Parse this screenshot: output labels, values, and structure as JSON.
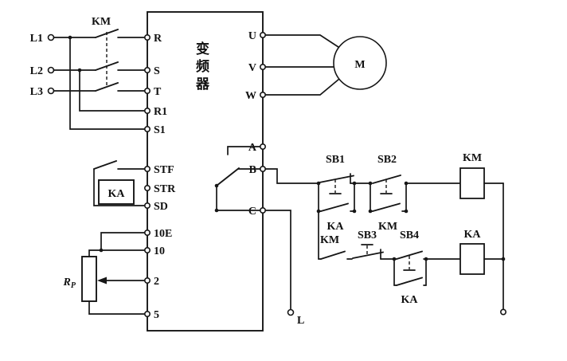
{
  "diagram": {
    "inverter_title": "变频器",
    "power_inputs": [
      "L1",
      "L2",
      "L3"
    ],
    "main_contactor_label": "KM",
    "inverter_left_terminals": [
      "R",
      "S",
      "T",
      "R1",
      "S1",
      "STF",
      "STR",
      "SD",
      "10E",
      "10",
      "2",
      "5"
    ],
    "inverter_right_terminals": [
      "U",
      "V",
      "W",
      "A",
      "B",
      "C"
    ],
    "motor_label": "M",
    "potentiometer": {
      "label": "R",
      "sub": "P"
    },
    "stf_contact_label": "KA",
    "control": {
      "sb1": "SB1",
      "sb2": "SB2",
      "sb3": "SB3",
      "sb4": "SB4",
      "km_coil": "KM",
      "ka_coil": "KA",
      "ka_aux": "KA",
      "km_aux": "KM",
      "km_interlock": "KM",
      "ka_selfhold": "KA",
      "l_terminal": "L"
    },
    "colors": {
      "line": "#161616",
      "background": "#ffffff"
    }
  }
}
